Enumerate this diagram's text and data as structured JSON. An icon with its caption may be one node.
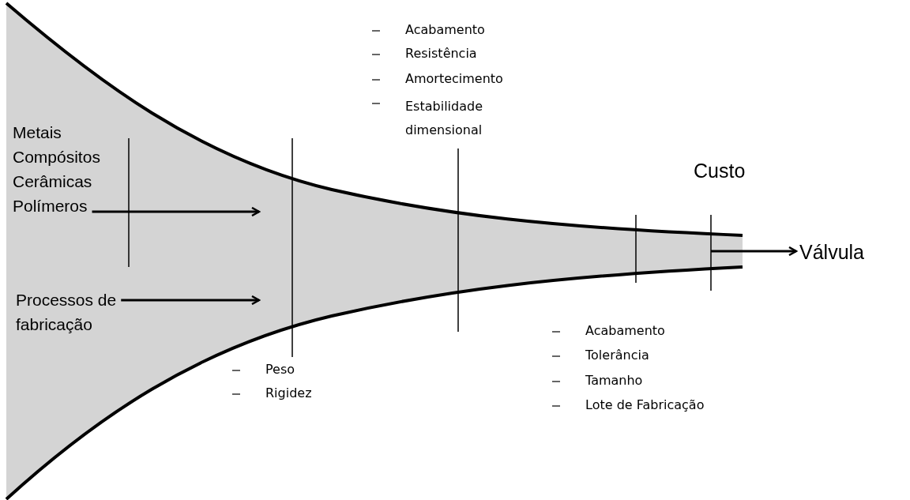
{
  "diagram": {
    "nodes": [
      {
        "text": [
          "Metais",
          "Compósitos",
          "Cerâmicas",
          "Polímeros"
        ]
      },
      {
        "text": [
          "Processos de fabricação"
        ]
      },
      {
        "text": [
          "Válvula"
        ]
      }
    ],
    "edges": [
      {
        "from": 0,
        "to": null,
        "arrow": "to"
      },
      {
        "from": 1,
        "to": null,
        "arrow": "to"
      },
      {
        "from": null,
        "to": 2,
        "arrow": "to"
      }
    ],
    "labels": [
      "Acabamento",
      "Resistência",
      "Amortecimento",
      "Estabilidade dimensional",
      "Custo",
      "Acabamento",
      "Tolerância",
      "Tamanho",
      "Lote de Fabricação",
      "Peso",
      "Rigidez"
    ]
  }
}
